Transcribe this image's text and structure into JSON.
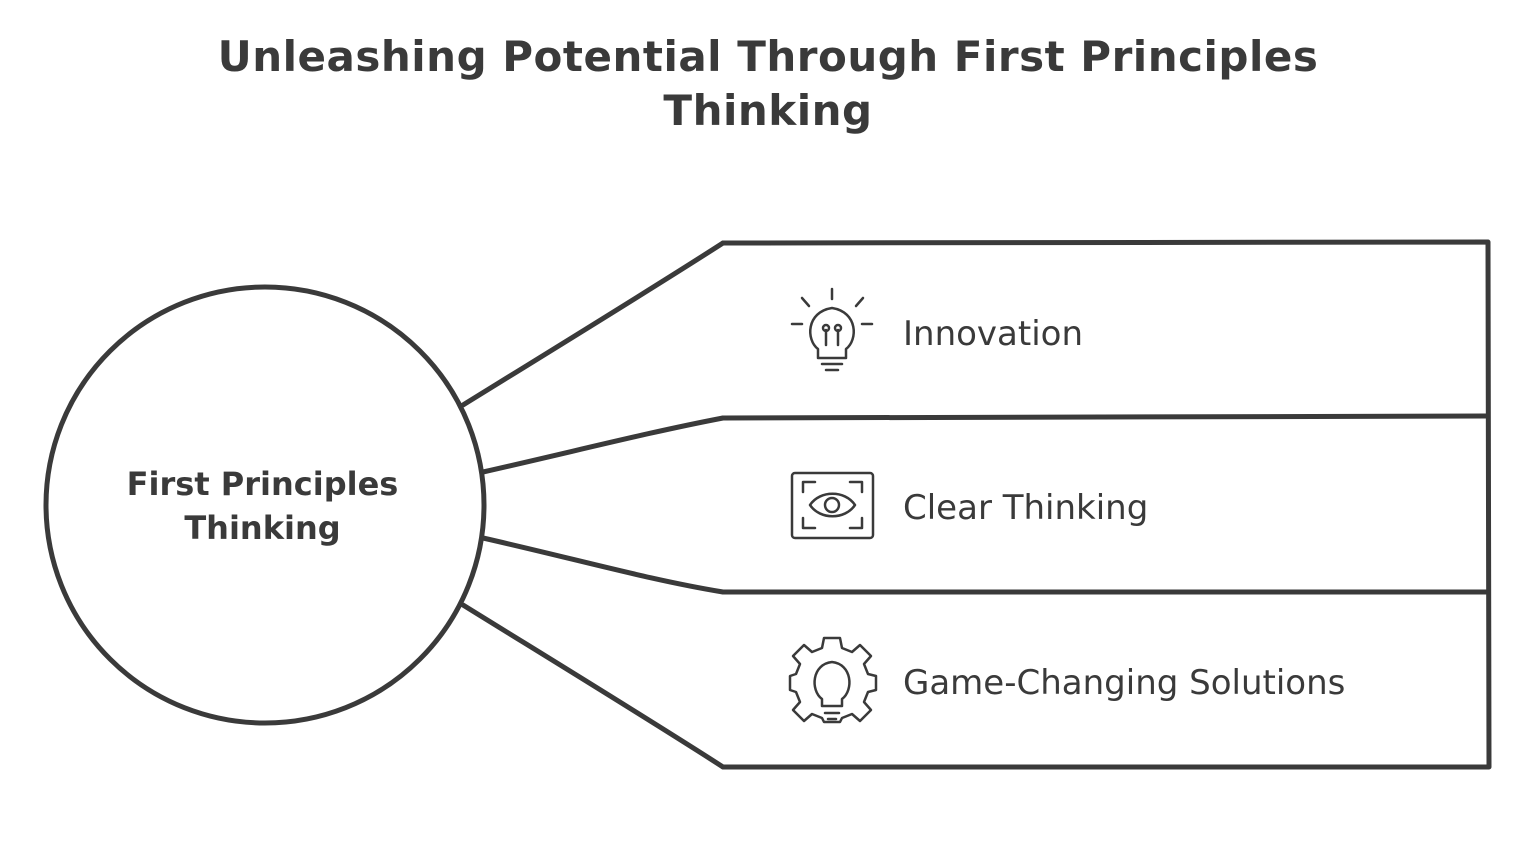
{
  "title": {
    "line1": "Unleashing Potential Through First Principles",
    "line2": "Thinking"
  },
  "hub": {
    "line1": "First Principles",
    "line2": "Thinking"
  },
  "branches": [
    {
      "label": "Innovation",
      "icon": "lightbulb-icon"
    },
    {
      "label": "Clear Thinking",
      "icon": "eye-frame-icon"
    },
    {
      "label": "Game-Changing Solutions",
      "icon": "gear-bulb-icon"
    }
  ],
  "colors": {
    "stroke": "#3a3a3a",
    "text": "#3a3a3a",
    "background": "#ffffff"
  }
}
